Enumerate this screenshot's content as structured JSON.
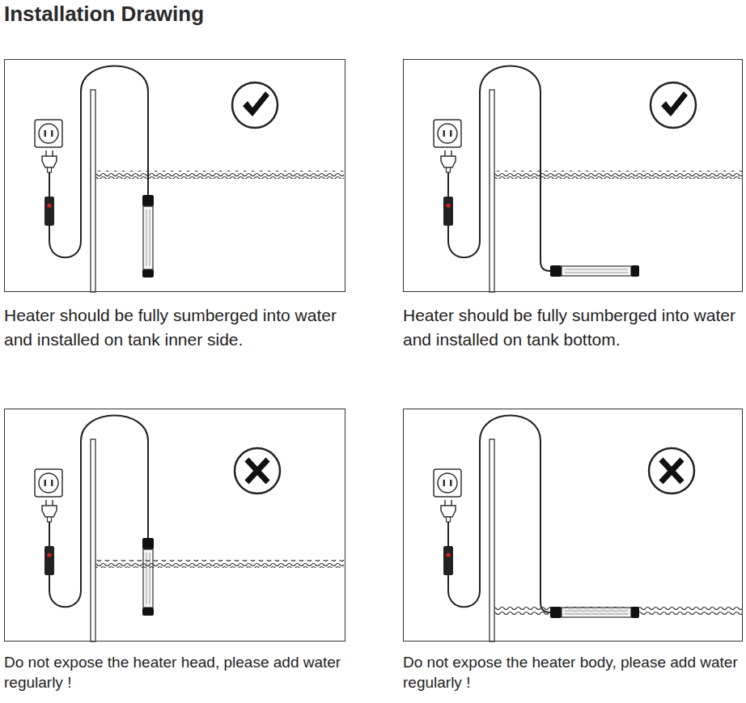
{
  "diagram": {
    "title": "Installation Drawing",
    "nodes": [
      {
        "text": [
          "Heater should be fully sumberged into water and installed on tank inner side."
        ]
      },
      {
        "text": [
          "Heater should be fully sumberged into water and installed on tank bottom."
        ]
      },
      {
        "text": [
          "Do not expose the heater head, please add water regularly !"
        ]
      },
      {
        "text": [
          "Do not expose the heater body, please add water regularly !"
        ]
      }
    ]
  }
}
